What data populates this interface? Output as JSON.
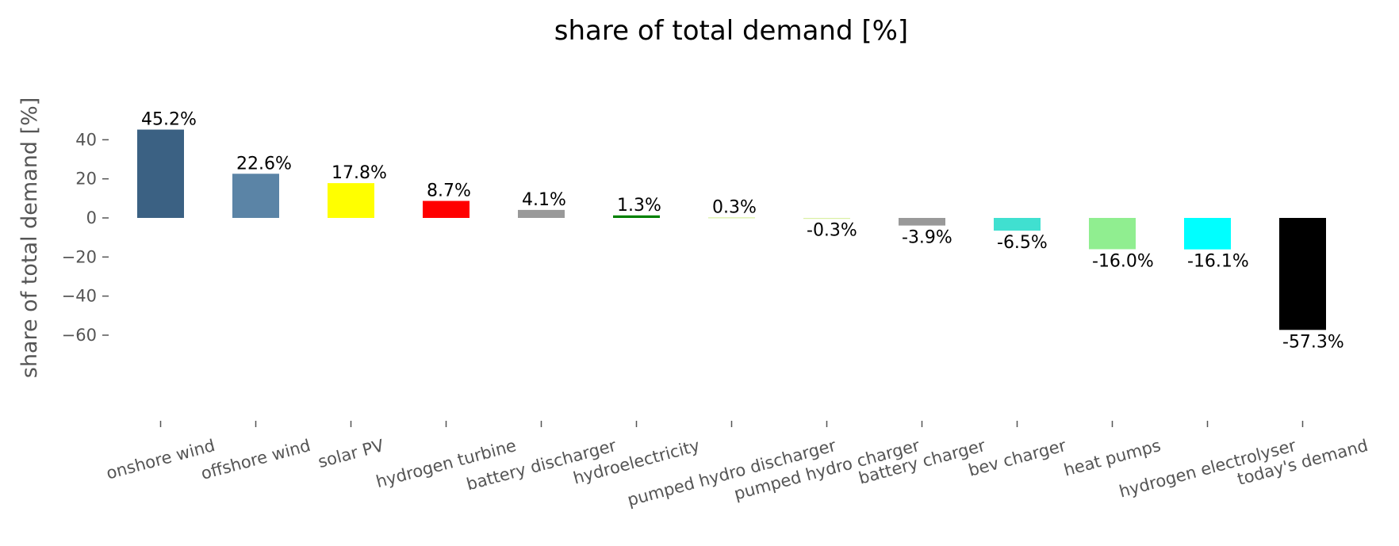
{
  "chart_data": {
    "type": "bar",
    "title": "share of total demand [%]",
    "xlabel": "",
    "ylabel": "share of total demand [%]",
    "ylim": [
      -64,
      49
    ],
    "yticks": [
      -60,
      -40,
      -20,
      0,
      20,
      40
    ],
    "grid": false,
    "categories": [
      "onshore wind",
      "offshore wind",
      "solar PV",
      "hydrogen turbine",
      "battery discharger",
      "hydroelectricity",
      "pumped hydro discharger",
      "pumped hydro charger",
      "battery charger",
      "bev charger",
      "heat pumps",
      "hydrogen electrolyser",
      "today's demand"
    ],
    "values": [
      45.2,
      22.6,
      17.8,
      8.7,
      4.1,
      1.3,
      0.3,
      -0.3,
      -3.9,
      -6.5,
      -16.0,
      -16.1,
      -57.3
    ],
    "data_labels": [
      "45.2%",
      "22.6%",
      "17.8%",
      "8.7%",
      "4.1%",
      "1.3%",
      "0.3%",
      "-0.3%",
      "-3.9%",
      "-6.5%",
      "-16.0%",
      "-16.1%",
      "-57.3%"
    ],
    "colors": [
      "#3b6183",
      "#5b84a6",
      "#ffff00",
      "#ff0000",
      "#999999",
      "#008000",
      "#d9f0a3",
      "#d9f0a3",
      "#999999",
      "#40e0d0",
      "#90ee90",
      "#00ffff",
      "#000000"
    ]
  }
}
